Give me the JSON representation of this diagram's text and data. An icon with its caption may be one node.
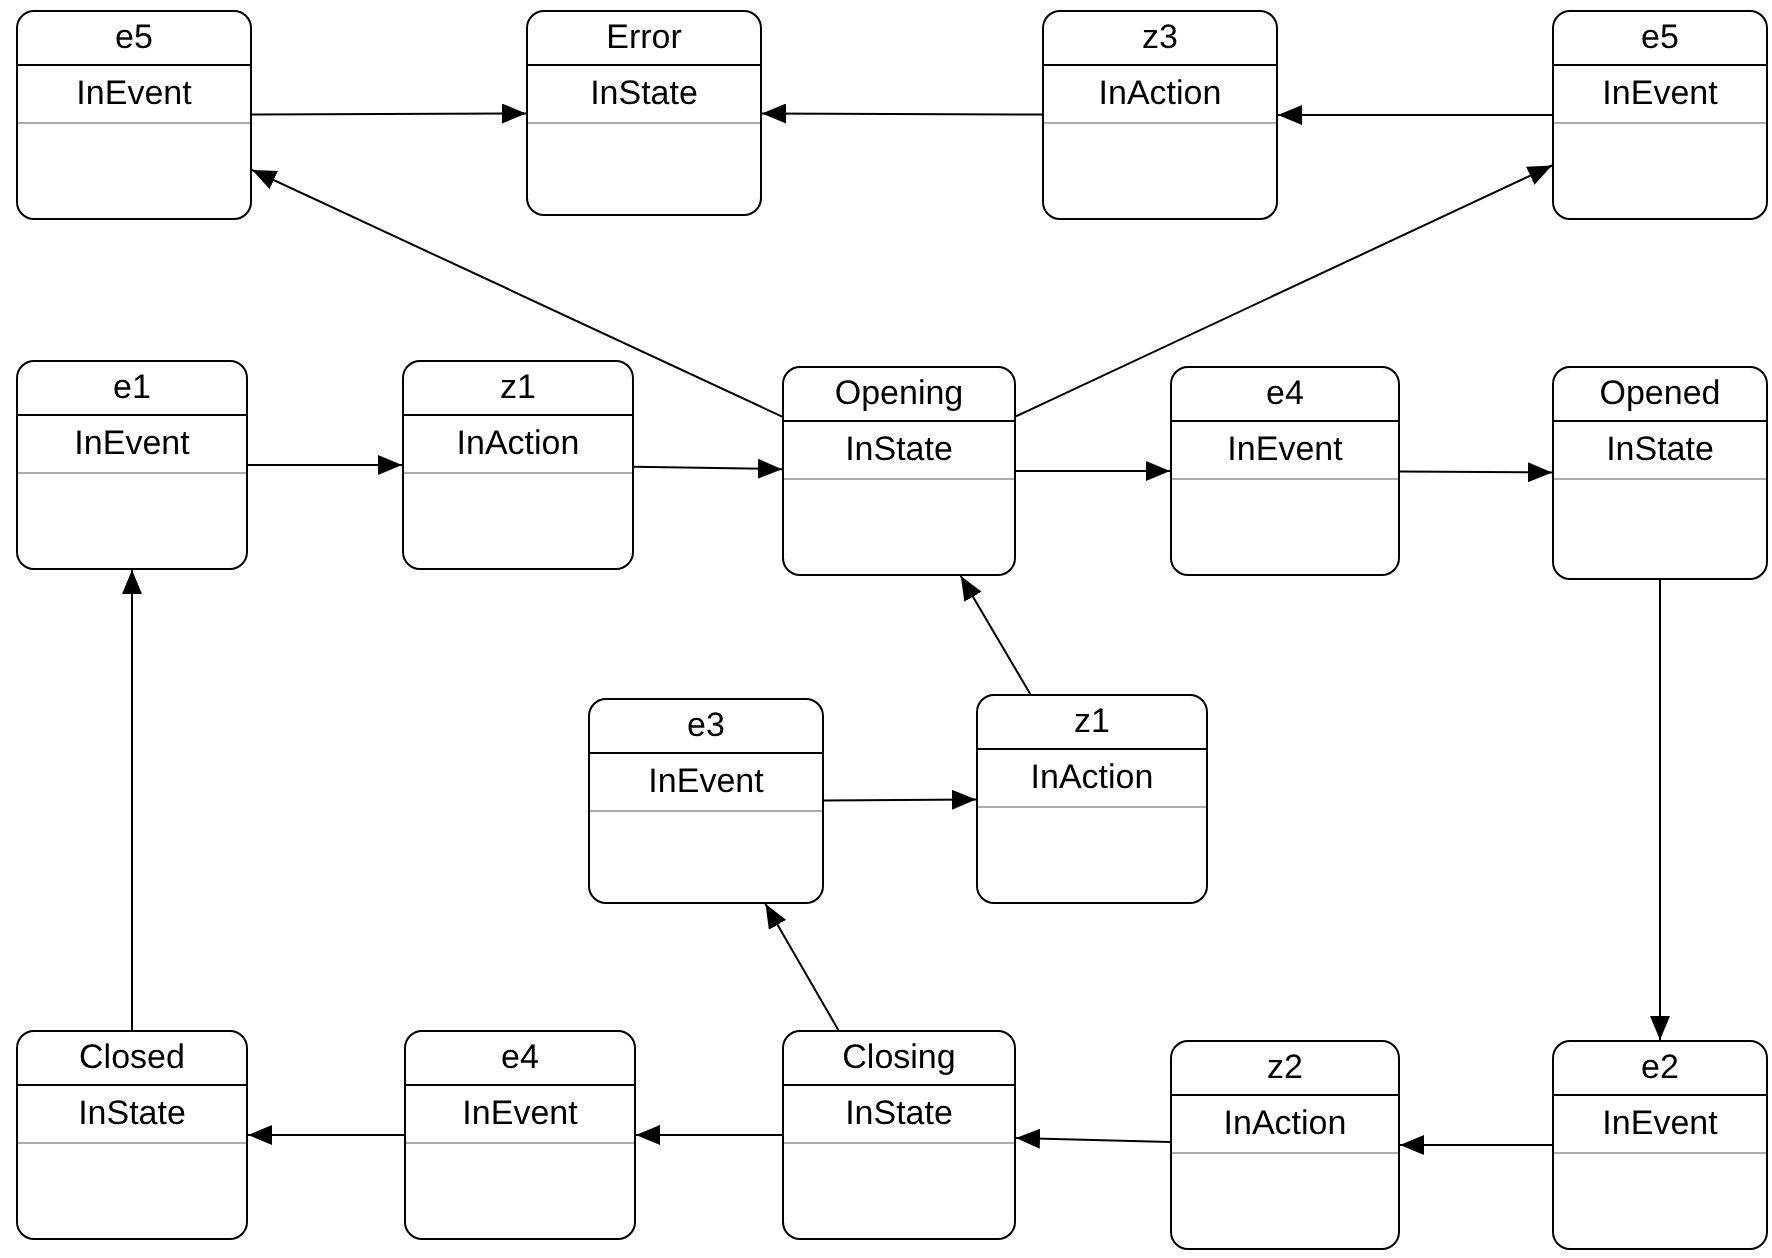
{
  "diagram": {
    "nodes": [
      {
        "text": [
          "e5",
          "InEvent"
        ]
      },
      {
        "text": [
          "Error",
          "InState"
        ]
      },
      {
        "text": [
          "z3",
          "InAction"
        ]
      },
      {
        "text": [
          "e5",
          "InEvent"
        ]
      },
      {
        "text": [
          "e1",
          "InEvent"
        ]
      },
      {
        "text": [
          "z1",
          "InAction"
        ]
      },
      {
        "text": [
          "Opening",
          "InState"
        ]
      },
      {
        "text": [
          "e4",
          "InEvent"
        ]
      },
      {
        "text": [
          "Opened",
          "InState"
        ]
      },
      {
        "text": [
          "e3",
          "InEvent"
        ]
      },
      {
        "text": [
          "z1",
          "InAction"
        ]
      },
      {
        "text": [
          "Closed",
          "InState"
        ]
      },
      {
        "text": [
          "e4",
          "InEvent"
        ]
      },
      {
        "text": [
          "Closing",
          "InState"
        ]
      },
      {
        "text": [
          "z2",
          "InAction"
        ]
      },
      {
        "text": [
          "e2",
          "InEvent"
        ]
      }
    ],
    "edges": [
      {
        "from": 0,
        "to": 1,
        "arrow": "to"
      },
      {
        "from": 2,
        "to": 1,
        "arrow": "to"
      },
      {
        "from": 3,
        "to": 2,
        "arrow": "to"
      },
      {
        "from": 6,
        "to": 0,
        "arrow": "to"
      },
      {
        "from": 6,
        "to": 3,
        "arrow": "to"
      },
      {
        "from": 4,
        "to": 5,
        "arrow": "to"
      },
      {
        "from": 5,
        "to": 6,
        "arrow": "to"
      },
      {
        "from": 6,
        "to": 7,
        "arrow": "to"
      },
      {
        "from": 7,
        "to": 8,
        "arrow": "to"
      },
      {
        "from": 8,
        "to": 15,
        "arrow": "to"
      },
      {
        "from": 15,
        "to": 14,
        "arrow": "to"
      },
      {
        "from": 14,
        "to": 13,
        "arrow": "to"
      },
      {
        "from": 13,
        "to": 12,
        "arrow": "to"
      },
      {
        "from": 12,
        "to": 11,
        "arrow": "to"
      },
      {
        "from": 11,
        "to": 4,
        "arrow": "to"
      },
      {
        "from": 13,
        "to": 9,
        "arrow": "to"
      },
      {
        "from": 9,
        "to": 10,
        "arrow": "to"
      },
      {
        "from": 10,
        "to": 6,
        "arrow": "to"
      }
    ]
  }
}
